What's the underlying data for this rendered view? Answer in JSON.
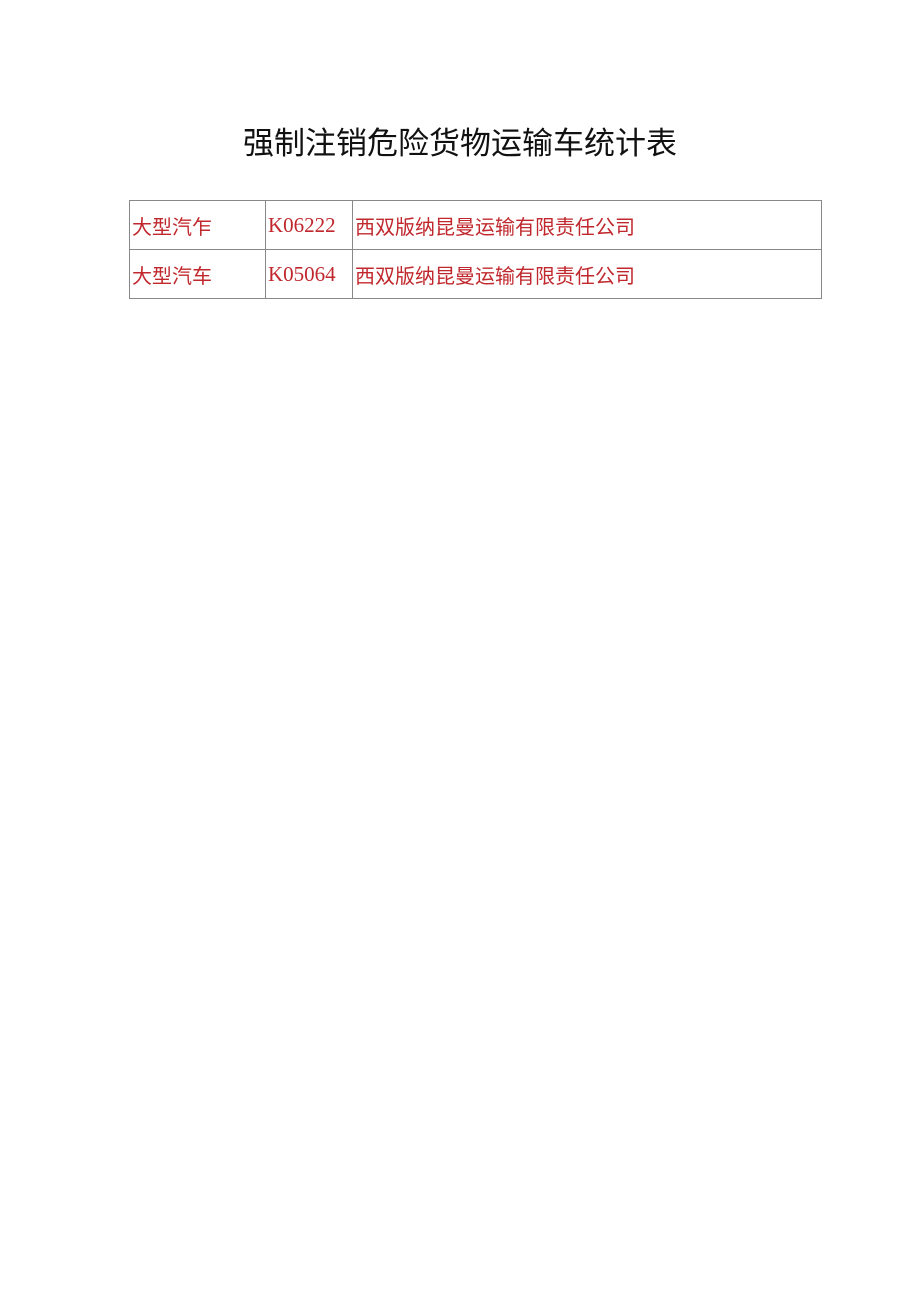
{
  "document": {
    "title": "强制注销危险货物运输车统计表",
    "table": {
      "rows": [
        {
          "vehicle_type": "大型汽乍",
          "plate": "K06222",
          "company": "西双版纳昆曼运输有限责任公司"
        },
        {
          "vehicle_type": "大型汽车",
          "plate": "K05064",
          "company": "西双版纳昆曼运输有限责任公司"
        }
      ]
    },
    "colors": {
      "title": "#111111",
      "cell_text": "#c0282d",
      "border": "#222222"
    }
  }
}
